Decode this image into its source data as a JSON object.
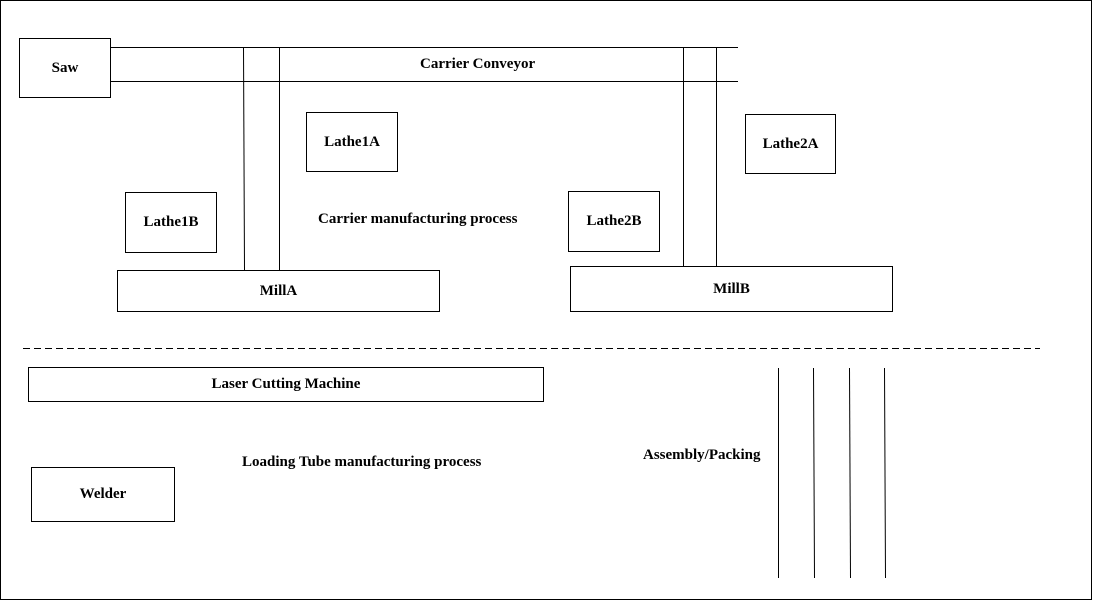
{
  "stations": {
    "saw": "Saw",
    "lathe1a": "Lathe1A",
    "lathe1b": "Lathe1B",
    "lathe2a": "Lathe2A",
    "lathe2b": "Lathe2B",
    "milla": "MillA",
    "millb": "MillB",
    "laser": "Laser Cutting Machine",
    "welder": "Welder"
  },
  "labels": {
    "conveyor": "Carrier Conveyor",
    "carrier_process": "Carrier manufacturing process",
    "tube_process": "Loading Tube manufacturing process",
    "assembly": "Assembly/Packing"
  },
  "colors": {
    "line": "#000000",
    "background": "#ffffff"
  }
}
